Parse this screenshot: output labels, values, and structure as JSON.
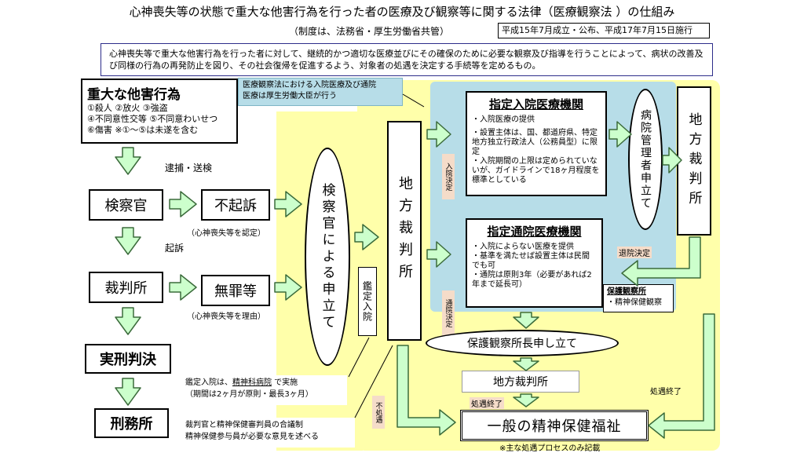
{
  "title": "心神喪失等の状態で重大な他害行為を行った者の医療及び観察等に関する法律（医療観察法 ）の仕組み",
  "system_note": "（制度は、法務省・厚生労働省共管）",
  "enacted_note": "平成15年7月成立・公布、平成17年7月15日施行",
  "intro": "心神喪失等で重大な他害行為を行った者に対して、継続的かつ適切な医療並びにその確保のために必要な観察及び指導を行うことによって、病状の改善及び同様の行為の再発防止を図り、その社会復帰を促進するよう、対象者の処遇を決定する手続等を定めるもの。",
  "acts": {
    "title": "重大な他害行為",
    "lines": [
      "①殺人 ②放火 ③強盗",
      "④不同意性交等 ⑤不同意わいせつ",
      "⑥傷害 ※①～⑤は未遂を含む"
    ]
  },
  "arrest_label": "逮捕・送検",
  "prosecutor": "検察官",
  "non_prosecution": "不起訴",
  "non_prosecution_note": "（心神喪失等を認定）",
  "indictment_label": "起訴",
  "court": "裁判所",
  "acquittal": "無罪等",
  "acquittal_note": "（心神喪失等を理由）",
  "sentence": "実刑判決",
  "prison": "刑務所",
  "prosecutor_petition": "検察官による申立て",
  "assessment_admission": "鑑定入院",
  "district_court_main": "地方裁判所",
  "supervision_note": [
    "医療観察法における入院医療及び通院",
    "医療は厚生労働大臣が行う"
  ],
  "inpatient_decision": "入院決定",
  "outpatient_decision": "通院決定",
  "inpatient": {
    "title": "指定入院医療機関",
    "items": [
      "・入院医療の提供",
      "・設置主体は、国、都道府県、特定地方独立行政法人（公務員型）に限定",
      "・入院期間の上限は定められていないが、ガイドラインで18ヶ月程度を標準としている"
    ]
  },
  "hospital_director_petition": "病院管理者申立て",
  "district_court_right": "地方裁判所",
  "discharge_decision": "退院決定",
  "outpatient": {
    "title": "指定通院医療機関",
    "items": [
      "・入院によらない医療を提供",
      "・基準を満たせば設置主体は民間でも可",
      "・通院は原則3年（必要があれば2年まで延長可）"
    ]
  },
  "probation": {
    "title": "保護観察所",
    "item": "・精神保健観察"
  },
  "probation_petition": "保護観察所長申し立て",
  "district_court_bottom": "地方裁判所",
  "end_label_1": "処遇終了",
  "end_label_2": "処遇終了",
  "no_treatment": "不処遇",
  "general_welfare": "一般の精神保健福祉",
  "footer_note": "※主な処遇プロセスのみ記載",
  "assessment_note": {
    "line1_pre": "鑑定入院は、",
    "line1_link": "精神科病院",
    "line1_post": " で実施",
    "line2": "（期間は2ヶ月が原則・最長3ヶ月）"
  },
  "panel_note": [
    "裁判官と精神保健審判員の合議制",
    "精神保健参与員が必要な意見を述べる"
  ],
  "colors": {
    "yellow": "#ffffaa",
    "blue": "#b7dde8",
    "arrow_fill": "#ccffcc",
    "arrow_stroke": "#3b6b3b"
  }
}
